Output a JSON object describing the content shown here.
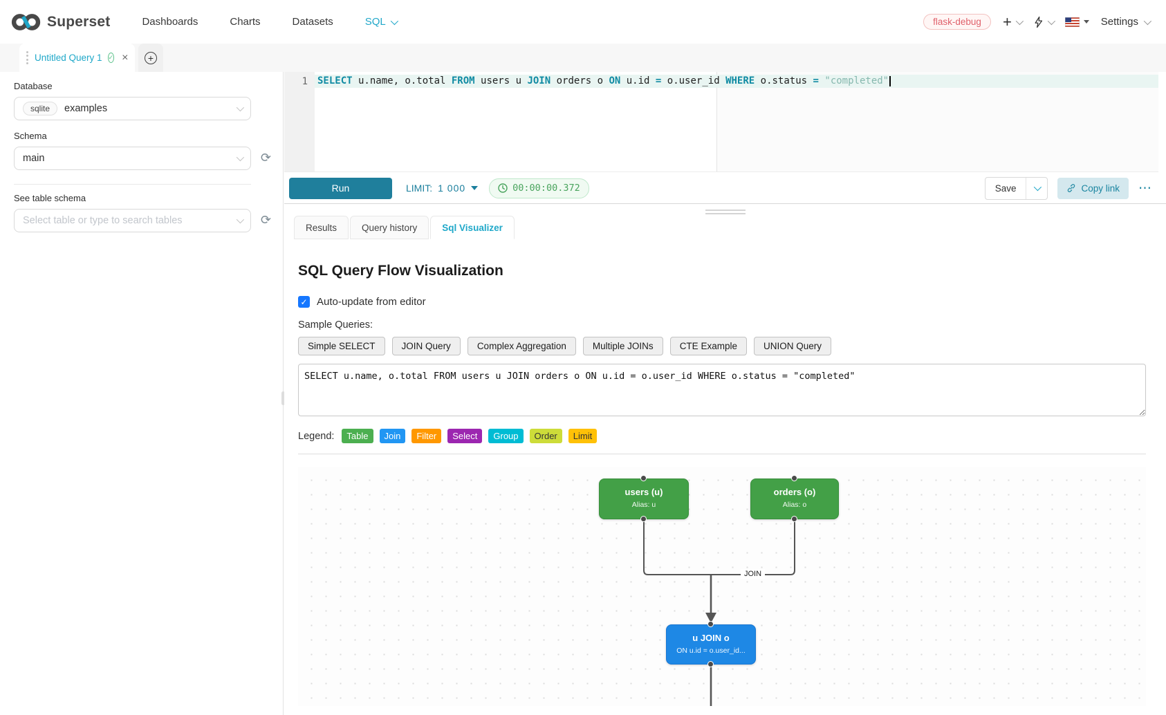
{
  "navbar": {
    "brand": "Superset",
    "items": [
      "Dashboards",
      "Charts",
      "Datasets",
      "SQL"
    ],
    "active_item": "SQL",
    "environment_tag": "flask-debug",
    "settings_label": "Settings",
    "accent_color": "#20a7c9"
  },
  "icons": {
    "plus": "+",
    "close": "×",
    "check": "✓",
    "refresh": "⟳",
    "ellipsis": "⋯"
  },
  "query_tabs": {
    "active_tab_title": "Untitled Query 1"
  },
  "sidebar": {
    "database_label": "Database",
    "database_type": "sqlite",
    "database_name": "examples",
    "schema_label": "Schema",
    "schema_value": "main",
    "table_label": "See table schema",
    "table_placeholder": "Select table or type to search tables"
  },
  "editor": {
    "line_number": "1",
    "tokens": [
      {
        "t": "SELECT",
        "c": "kw"
      },
      {
        "t": " u.name, o.total ",
        "c": "id"
      },
      {
        "t": "FROM",
        "c": "kw"
      },
      {
        "t": " users u ",
        "c": "id"
      },
      {
        "t": "JOIN",
        "c": "kw"
      },
      {
        "t": " orders o ",
        "c": "id"
      },
      {
        "t": "ON",
        "c": "kw"
      },
      {
        "t": " u.id ",
        "c": "id"
      },
      {
        "t": "=",
        "c": "op"
      },
      {
        "t": " o.user_id ",
        "c": "id"
      },
      {
        "t": "WHERE",
        "c": "kw"
      },
      {
        "t": " o.status ",
        "c": "id"
      },
      {
        "t": "=",
        "c": "op"
      },
      {
        "t": " ",
        "c": "id"
      },
      {
        "t": "\"completed\"",
        "c": "str"
      }
    ]
  },
  "toolbar": {
    "run_label": "Run",
    "limit_label": "LIMIT:",
    "limit_value": "1 000",
    "timer": "00:00:00.372",
    "save_label": "Save",
    "copy_link_label": "Copy link"
  },
  "result_tabs": {
    "tabs": [
      "Results",
      "Query history",
      "Sql Visualizer"
    ],
    "active": "Sql Visualizer"
  },
  "visualizer": {
    "title": "SQL Query Flow Visualization",
    "auto_update_label": "Auto-update from editor",
    "auto_update_checked": true,
    "sample_queries_label": "Sample Queries:",
    "sample_buttons": [
      "Simple SELECT",
      "JOIN Query",
      "Complex Aggregation",
      "Multiple JOINs",
      "CTE Example",
      "UNION Query"
    ],
    "sql_text": "SELECT u.name, o.total FROM users u JOIN orders o ON u.id = o.user_id WHERE o.status = \"completed\"",
    "legend_label": "Legend:",
    "legend": [
      {
        "label": "Table",
        "color": "#4caf50",
        "text_color": "#ffffff"
      },
      {
        "label": "Join",
        "color": "#2196f3",
        "text_color": "#ffffff"
      },
      {
        "label": "Filter",
        "color": "#ff9800",
        "text_color": "#ffffff"
      },
      {
        "label": "Select",
        "color": "#9c27b0",
        "text_color": "#ffffff"
      },
      {
        "label": "Group",
        "color": "#00bcd4",
        "text_color": "#ffffff"
      },
      {
        "label": "Order",
        "color": "#cddc39",
        "text_color": "#333333"
      },
      {
        "label": "Limit",
        "color": "#ffc107",
        "text_color": "#333333"
      }
    ],
    "diagram": {
      "nodes": [
        {
          "title": "users (u)",
          "subtitle": "Alias: u",
          "color": "#43a047"
        },
        {
          "title": "orders (o)",
          "subtitle": "Alias: o",
          "color": "#43a047"
        },
        {
          "title": "u JOIN o",
          "subtitle": "ON u.id = o.user_id...",
          "color": "#1e88e5"
        }
      ],
      "edge_label": "JOIN",
      "edge_color": "#555555"
    }
  }
}
